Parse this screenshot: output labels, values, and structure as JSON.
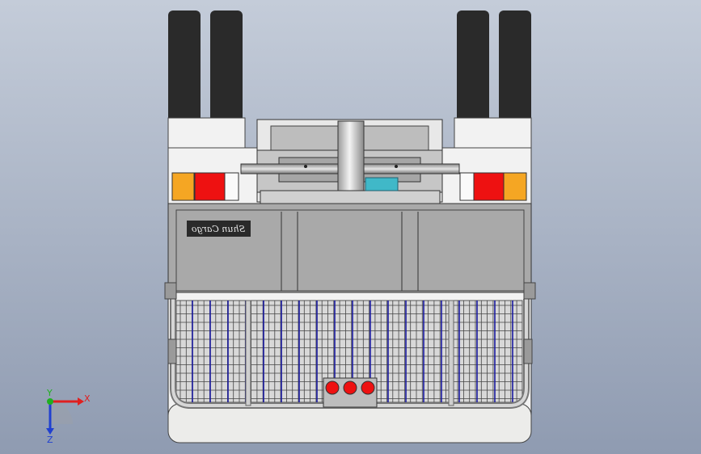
{
  "viewport": {
    "background_top": "#c4ccd9",
    "background_bottom": "#8f9bb1"
  },
  "model": {
    "decal_text": "Shun Cargo",
    "colors": {
      "tire": "#2a2a2a",
      "body": "#f2f2f2",
      "panel": "#a9a9a9",
      "panel_dark": "#8c8c8c",
      "amber_lamp": "#f5a623",
      "red_lamp": "#ee1111",
      "grid_blue": "#1a1aa0",
      "rail": "#b9b9b9"
    }
  },
  "triad": {
    "x_label": "X",
    "y_label": "Y",
    "z_label": "Z",
    "x_color": "#e02020",
    "y_color": "#20b020",
    "z_color": "#2040d0"
  }
}
